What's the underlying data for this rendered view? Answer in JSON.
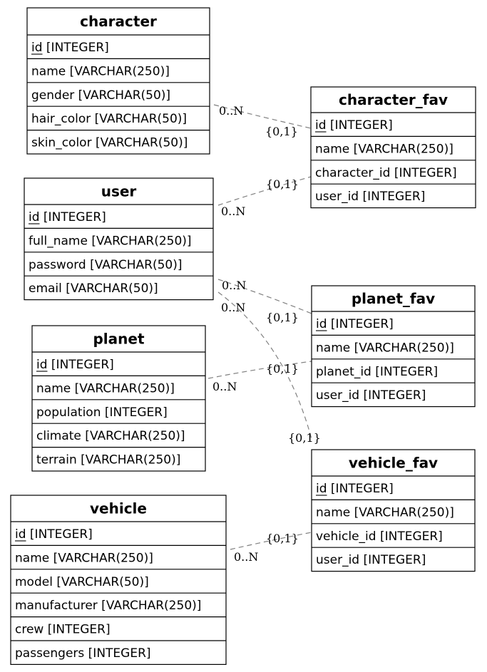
{
  "entities": [
    {
      "id": "character",
      "title": "character",
      "fields": [
        {
          "name": "id",
          "type": " [INTEGER]",
          "pk": true
        },
        {
          "name": "name",
          "type": " [VARCHAR(250)]"
        },
        {
          "name": "gender",
          "type": " [VARCHAR(50)]"
        },
        {
          "name": "hair_color",
          "type": " [VARCHAR(50)]"
        },
        {
          "name": "skin_color",
          "type": " [VARCHAR(50)]"
        }
      ]
    },
    {
      "id": "character_fav",
      "title": "character_fav",
      "fields": [
        {
          "name": "id",
          "type": " [INTEGER]",
          "pk": true
        },
        {
          "name": "name",
          "type": " [VARCHAR(250)]"
        },
        {
          "name": "character_id",
          "type": " [INTEGER]"
        },
        {
          "name": "user_id",
          "type": " [INTEGER]"
        }
      ]
    },
    {
      "id": "user",
      "title": "user",
      "fields": [
        {
          "name": "id",
          "type": " [INTEGER]",
          "pk": true
        },
        {
          "name": "full_name",
          "type": " [VARCHAR(250)]"
        },
        {
          "name": "password",
          "type": " [VARCHAR(50)]"
        },
        {
          "name": "email",
          "type": " [VARCHAR(50)]"
        }
      ]
    },
    {
      "id": "planet_fav",
      "title": "planet_fav",
      "fields": [
        {
          "name": "id",
          "type": " [INTEGER]",
          "pk": true
        },
        {
          "name": "name",
          "type": " [VARCHAR(250)]"
        },
        {
          "name": "planet_id",
          "type": " [INTEGER]"
        },
        {
          "name": "user_id",
          "type": " [INTEGER]"
        }
      ]
    },
    {
      "id": "planet",
      "title": "planet",
      "fields": [
        {
          "name": "id",
          "type": " [INTEGER]",
          "pk": true
        },
        {
          "name": "name",
          "type": " [VARCHAR(250)]"
        },
        {
          "name": "population",
          "type": " [INTEGER]"
        },
        {
          "name": "climate",
          "type": " [VARCHAR(250)]"
        },
        {
          "name": "terrain",
          "type": " [VARCHAR(250)]"
        }
      ]
    },
    {
      "id": "vehicle_fav",
      "title": "vehicle_fav",
      "fields": [
        {
          "name": "id",
          "type": " [INTEGER]",
          "pk": true
        },
        {
          "name": "name",
          "type": " [VARCHAR(250)]"
        },
        {
          "name": "vehicle_id",
          "type": " [INTEGER]"
        },
        {
          "name": "user_id",
          "type": " [INTEGER]"
        }
      ]
    },
    {
      "id": "vehicle",
      "title": "vehicle",
      "fields": [
        {
          "name": "id",
          "type": " [INTEGER]",
          "pk": true
        },
        {
          "name": "name",
          "type": " [VARCHAR(250)]"
        },
        {
          "name": "model",
          "type": " [VARCHAR(50)]"
        },
        {
          "name": "manufacturer",
          "type": " [VARCHAR(250)]"
        },
        {
          "name": "crew",
          "type": " [INTEGER]"
        },
        {
          "name": "passengers",
          "type": " [INTEGER]"
        }
      ]
    }
  ],
  "relationships": [
    {
      "id": "character-to-character_fav",
      "from": "character",
      "to": "character_fav",
      "from_card": "0..N",
      "to_card": "{0,1}"
    },
    {
      "id": "user-to-character_fav",
      "from": "user",
      "to": "character_fav",
      "from_card": "0..N",
      "to_card": "{0,1}"
    },
    {
      "id": "user-to-planet_fav",
      "from": "user",
      "to": "planet_fav",
      "from_card": "0..N",
      "to_card": "{0,1}"
    },
    {
      "id": "user-to-vehicle_fav",
      "from": "user",
      "to": "vehicle_fav",
      "from_card": "0..N",
      "to_card": "{0,1}"
    },
    {
      "id": "planet-to-planet_fav",
      "from": "planet",
      "to": "planet_fav",
      "from_card": "0..N",
      "to_card": "{0,1}"
    },
    {
      "id": "vehicle-to-vehicle_fav",
      "from": "vehicle",
      "to": "vehicle_fav",
      "from_card": "0..N",
      "to_card": "{0,1}"
    }
  ],
  "colors": {
    "edge": "#808080",
    "border": "#000000",
    "background": "#ffffff"
  }
}
